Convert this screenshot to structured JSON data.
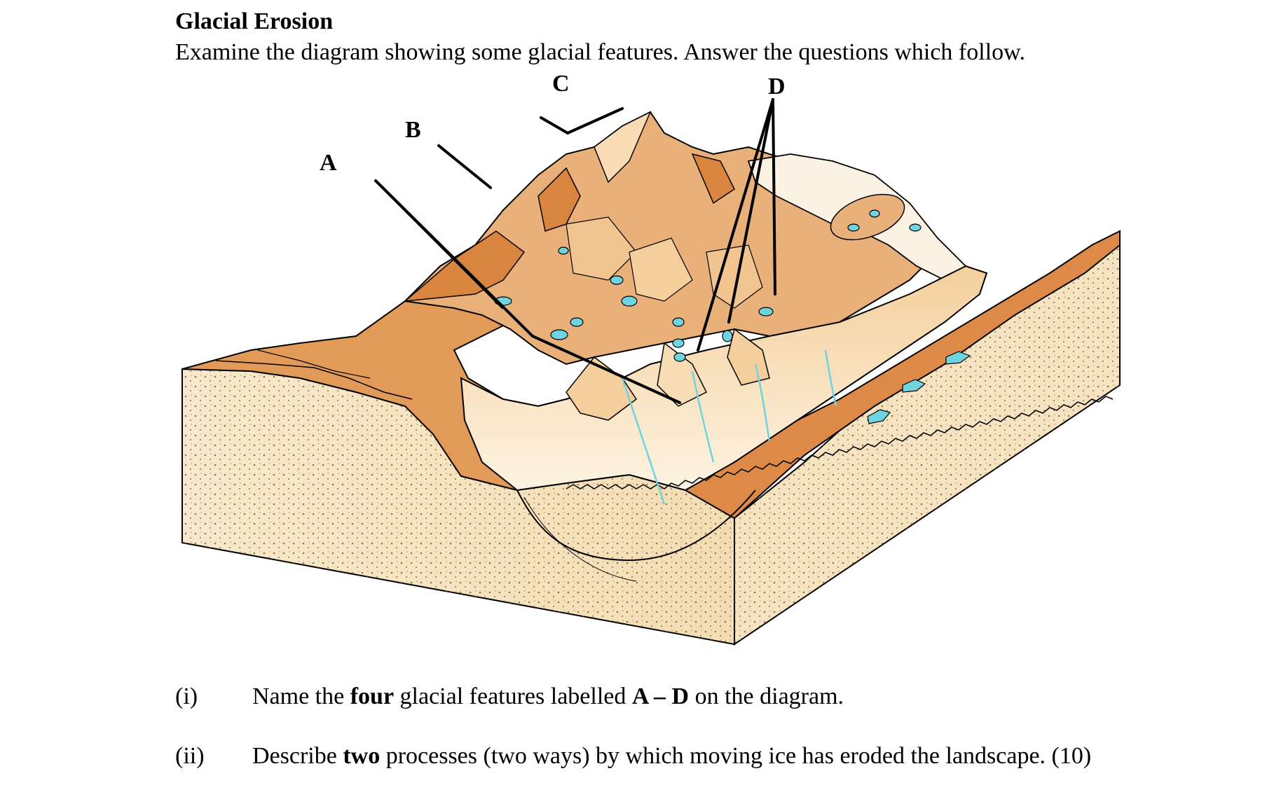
{
  "header": {
    "title": "Glacial Erosion",
    "instructions": "Examine the diagram showing some glacial features.  Answer the questions which follow."
  },
  "diagram": {
    "labels": {
      "a": "A",
      "b": "B",
      "c": "C",
      "d": "D"
    },
    "colors": {
      "terrain_dark": "#d9843f",
      "terrain_mid": "#eab07a",
      "terrain_light": "#f7dcb4",
      "ice": "#fbf2e4",
      "water": "#6fd3e0",
      "soil": "#f6e7c8",
      "ink": "#000000"
    }
  },
  "questions": [
    {
      "number": "(i)",
      "pre": "Name the ",
      "bold1": "four",
      "mid": " glacial features labelled ",
      "bold2": "A – D",
      "post": " on the diagram."
    },
    {
      "number": "(ii)",
      "pre": "Describe ",
      "bold1": "two",
      "post": " processes (two ways) by which moving ice has eroded the landscape. (10)"
    }
  ]
}
